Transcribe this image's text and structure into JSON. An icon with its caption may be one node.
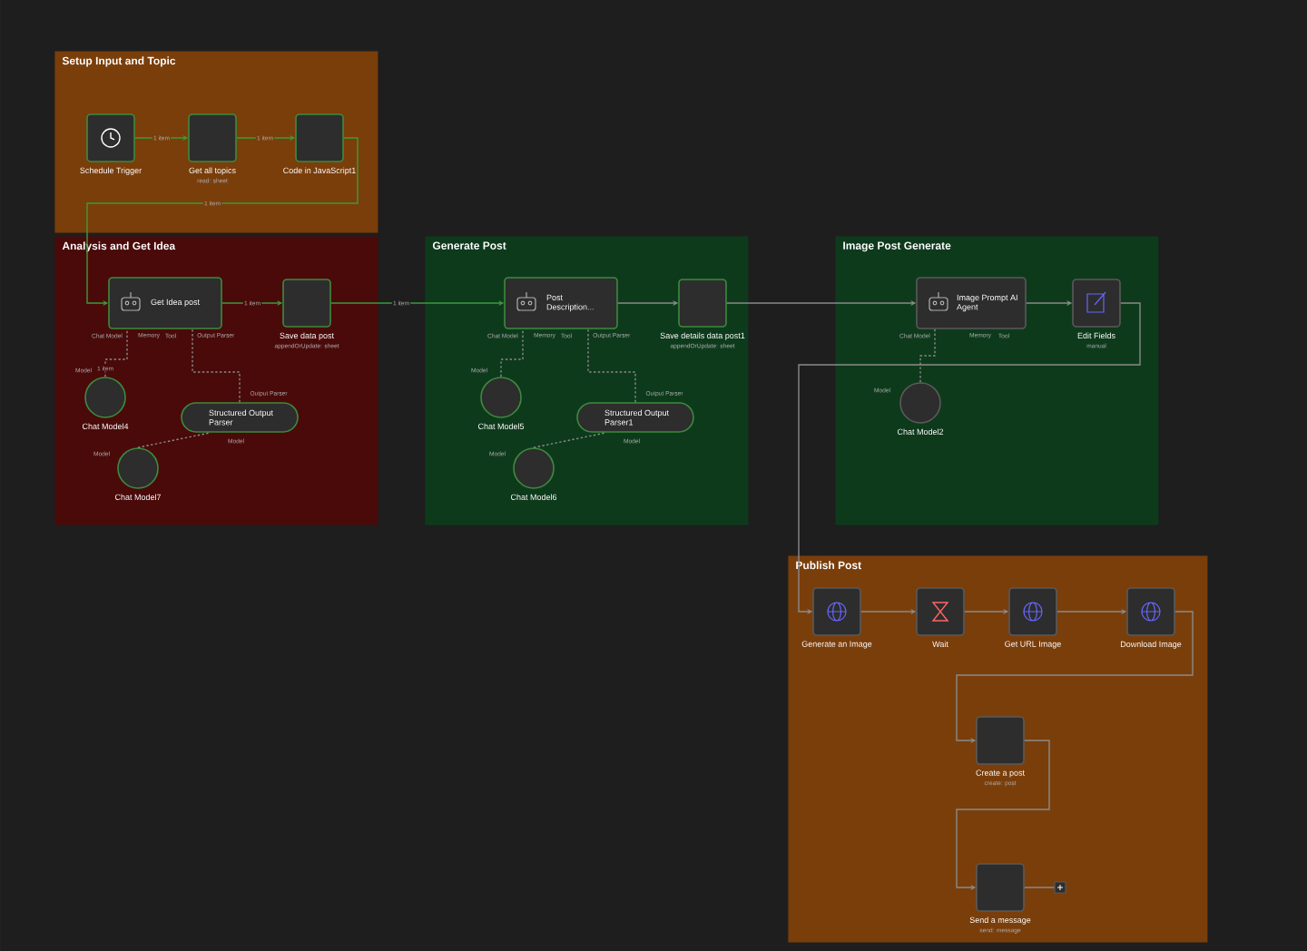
{
  "diagram": {
    "nodes": [
      {
        "text": [
          "Setup Input and Topic"
        ]
      },
      {
        "text": [
          "Schedule Trigger"
        ],
        "in": 0
      },
      {
        "text": [
          "Get all topics",
          "read: sheet"
        ],
        "in": 0
      },
      {
        "text": [
          "Code in JavaScript1"
        ],
        "in": 0
      },
      {
        "text": [
          "Analysis and Get Idea"
        ]
      },
      {
        "text": [
          "Get Idea post"
        ],
        "in": 4
      },
      {
        "text": [
          "Save data post",
          "appendOrUpdate: sheet"
        ],
        "in": 4
      },
      {
        "text": [
          "Chat Model4"
        ],
        "in": 4
      },
      {
        "text": [
          "Structured Output Parser"
        ],
        "in": 4
      },
      {
        "text": [
          "Chat Model7"
        ],
        "in": 4
      },
      {
        "text": [
          "Generate Post"
        ]
      },
      {
        "text": [
          "Post Description..."
        ],
        "in": 10
      },
      {
        "text": [
          "Save details data post1",
          "appendOrUpdate: sheet"
        ],
        "in": 10
      },
      {
        "text": [
          "Chat Model5"
        ],
        "in": 10
      },
      {
        "text": [
          "Structured Output Parser1"
        ],
        "in": 10
      },
      {
        "text": [
          "Chat Model6"
        ],
        "in": 10
      },
      {
        "text": [
          "Image Post Generate"
        ]
      },
      {
        "text": [
          "Image Prompt AI Agent"
        ],
        "in": 16
      },
      {
        "text": [
          "Edit Fields",
          "manual"
        ],
        "in": 16
      },
      {
        "text": [
          "Chat Model2"
        ],
        "in": 16
      },
      {
        "text": [
          "Publish Post"
        ]
      },
      {
        "text": [
          "Generate an Image"
        ],
        "in": 20
      },
      {
        "text": [
          "Wait"
        ],
        "in": 20
      },
      {
        "text": [
          "Get URL Image"
        ],
        "in": 20
      },
      {
        "text": [
          "Download Image"
        ],
        "in": 20
      },
      {
        "text": [
          "Create a post",
          "create: post"
        ],
        "in": 20
      },
      {
        "text": [
          "Send a message",
          "send: message"
        ],
        "in": 20
      },
      {
        "text": [],
        "shape": "box",
        "in": 20
      }
    ],
    "edges": [
      {
        "from": 1,
        "to": 2,
        "arrow": "to",
        "label": "1 item",
        "color": "#3d9a3d"
      },
      {
        "from": 2,
        "to": 3,
        "arrow": "to",
        "label": "1 item",
        "color": "#3d9a3d"
      },
      {
        "from": 3,
        "to": 5,
        "arrow": "to",
        "label": "1 item",
        "color": "#3d9a3d"
      },
      {
        "from": 5,
        "to": 6,
        "arrow": "to",
        "label": "1 item",
        "color": "#3d9a3d"
      },
      {
        "from": 6,
        "to": 11,
        "arrow": "to",
        "label": "1 item",
        "color": "#3d9a3d"
      },
      {
        "from": 11,
        "to": 12,
        "arrow": "to"
      },
      {
        "from": 12,
        "to": 17,
        "arrow": "to"
      },
      {
        "from": 17,
        "to": 18,
        "arrow": "to"
      },
      {
        "from": 18,
        "to": 21,
        "arrow": "to"
      },
      {
        "from": 21,
        "to": 22,
        "arrow": "to"
      },
      {
        "from": 22,
        "to": 23,
        "arrow": "to"
      },
      {
        "from": 23,
        "to": 24,
        "arrow": "to"
      },
      {
        "from": 24,
        "to": 25,
        "arrow": "to"
      },
      {
        "from": 25,
        "to": 26,
        "arrow": "to"
      },
      {
        "from": 26,
        "to": 27,
        "arrow": "none"
      },
      {
        "from": 7,
        "to": 5,
        "arrow": "none",
        "style": "dashed",
        "label": "1 item"
      },
      {
        "from": 8,
        "to": 5,
        "arrow": "none",
        "style": "dashed"
      },
      {
        "from": 9,
        "to": 8,
        "arrow": "none",
        "style": "dashed"
      },
      {
        "from": 13,
        "to": 11,
        "arrow": "none",
        "style": "dashed"
      },
      {
        "from": 14,
        "to": 11,
        "arrow": "none",
        "style": "dashed"
      },
      {
        "from": 15,
        "to": 14,
        "arrow": "none",
        "style": "dashed"
      },
      {
        "from": 19,
        "to": 17,
        "arrow": "none",
        "style": "dashed"
      }
    ],
    "labels": [
      "Chat Model",
      "Memory",
      "Tool",
      "Output Parser",
      "Model",
      "Output Parser",
      "Model",
      "Model",
      "Chat Model",
      "Memory",
      "Tool",
      "Output Parser",
      "Model",
      "Output Parser",
      "Model",
      "Model",
      "Chat Model",
      "Memory",
      "Tool",
      "Model"
    ]
  }
}
